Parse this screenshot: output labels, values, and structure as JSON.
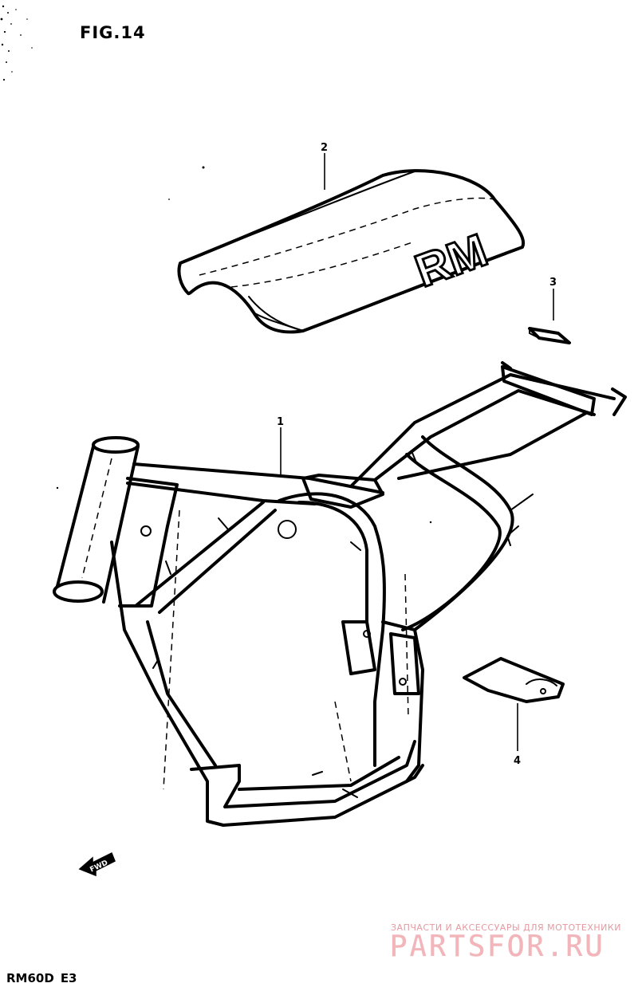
{
  "figure": {
    "title": "FIG.14",
    "model": "RM60D",
    "region": "E3"
  },
  "callouts": [
    {
      "number": "1",
      "part": "frame"
    },
    {
      "number": "2",
      "part": "seat"
    },
    {
      "number": "3",
      "part": "seat-clip"
    },
    {
      "number": "4",
      "part": "side-cover"
    }
  ],
  "seat_logo": "RM",
  "direction_marker": {
    "label": "FWD",
    "icon": "arrow-left-icon"
  },
  "watermark": {
    "tagline": "ЗАПЧАСТИ И АКСЕССУАРЫ ДЛЯ МОТОТЕХНИКИ",
    "brand": "PARTSFOR.RU",
    "color": "#f2b6ba"
  }
}
